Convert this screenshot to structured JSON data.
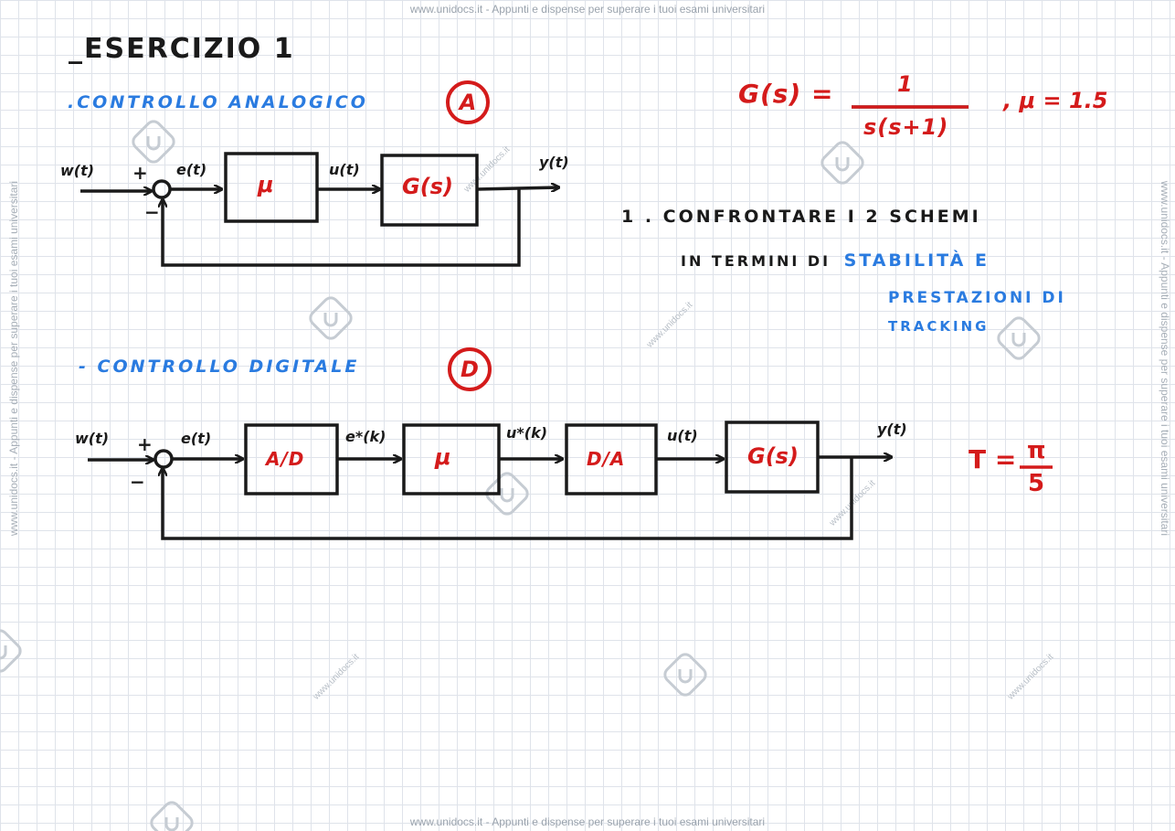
{
  "watermark": {
    "top": "www.unidocs.it - Appunti e dispense per superare i tuoi esami universitari",
    "bottom": "www.unidocs.it - Appunti e dispense per superare i tuoi esami universitari",
    "side": "www.unidocs.it - Appunti e dispense per superare i tuoi esami universitari",
    "small": "www.unidocs.it"
  },
  "title": "_ESERCIZIO 1",
  "analog": {
    "heading": ".CONTROLLO ANALOGICO",
    "badge": "A",
    "input": "w(t)",
    "plus": "+",
    "minus": "−",
    "error": "e(t)",
    "controller": "μ",
    "control": "u(t)",
    "plant": "G(s)",
    "output": "y(t)"
  },
  "formula": {
    "lhs": "G(s) =",
    "numerator": "1",
    "denominator": "s(s+1)",
    "param": ", μ = 1.5"
  },
  "task": {
    "line1": "1 . CONFRONTARE I 2 SCHEMI",
    "line2_prefix": "IN TERMINI DI",
    "line2_highlight": "STABILITÀ E",
    "line3": "PRESTAZIONI DI",
    "line4": "TRACKING"
  },
  "digital": {
    "heading": "- CONTROLLO DIGITALE",
    "badge": "D",
    "input": "w(t)",
    "plus": "+",
    "minus": "−",
    "error": "e(t)",
    "adc": "A/D",
    "sampled_error": "e*(k)",
    "controller": "μ",
    "sampled_control": "u*(k)",
    "dac": "D/A",
    "control": "u(t)",
    "plant": "G(s)",
    "output": "y(t)",
    "period_lhs": "T =",
    "period_num": "π",
    "period_den": "5"
  },
  "colors": {
    "ink": "#1a1a1a",
    "red": "#d41b1b",
    "blue": "#2a7be0",
    "grid": "#dfe3ea",
    "watermark": "#9aa3ad"
  },
  "icons": {
    "watermark_logo": "unidocs-logo-icon",
    "arrow": "arrow-head-icon",
    "summing_junction": "summing-junction-icon"
  }
}
